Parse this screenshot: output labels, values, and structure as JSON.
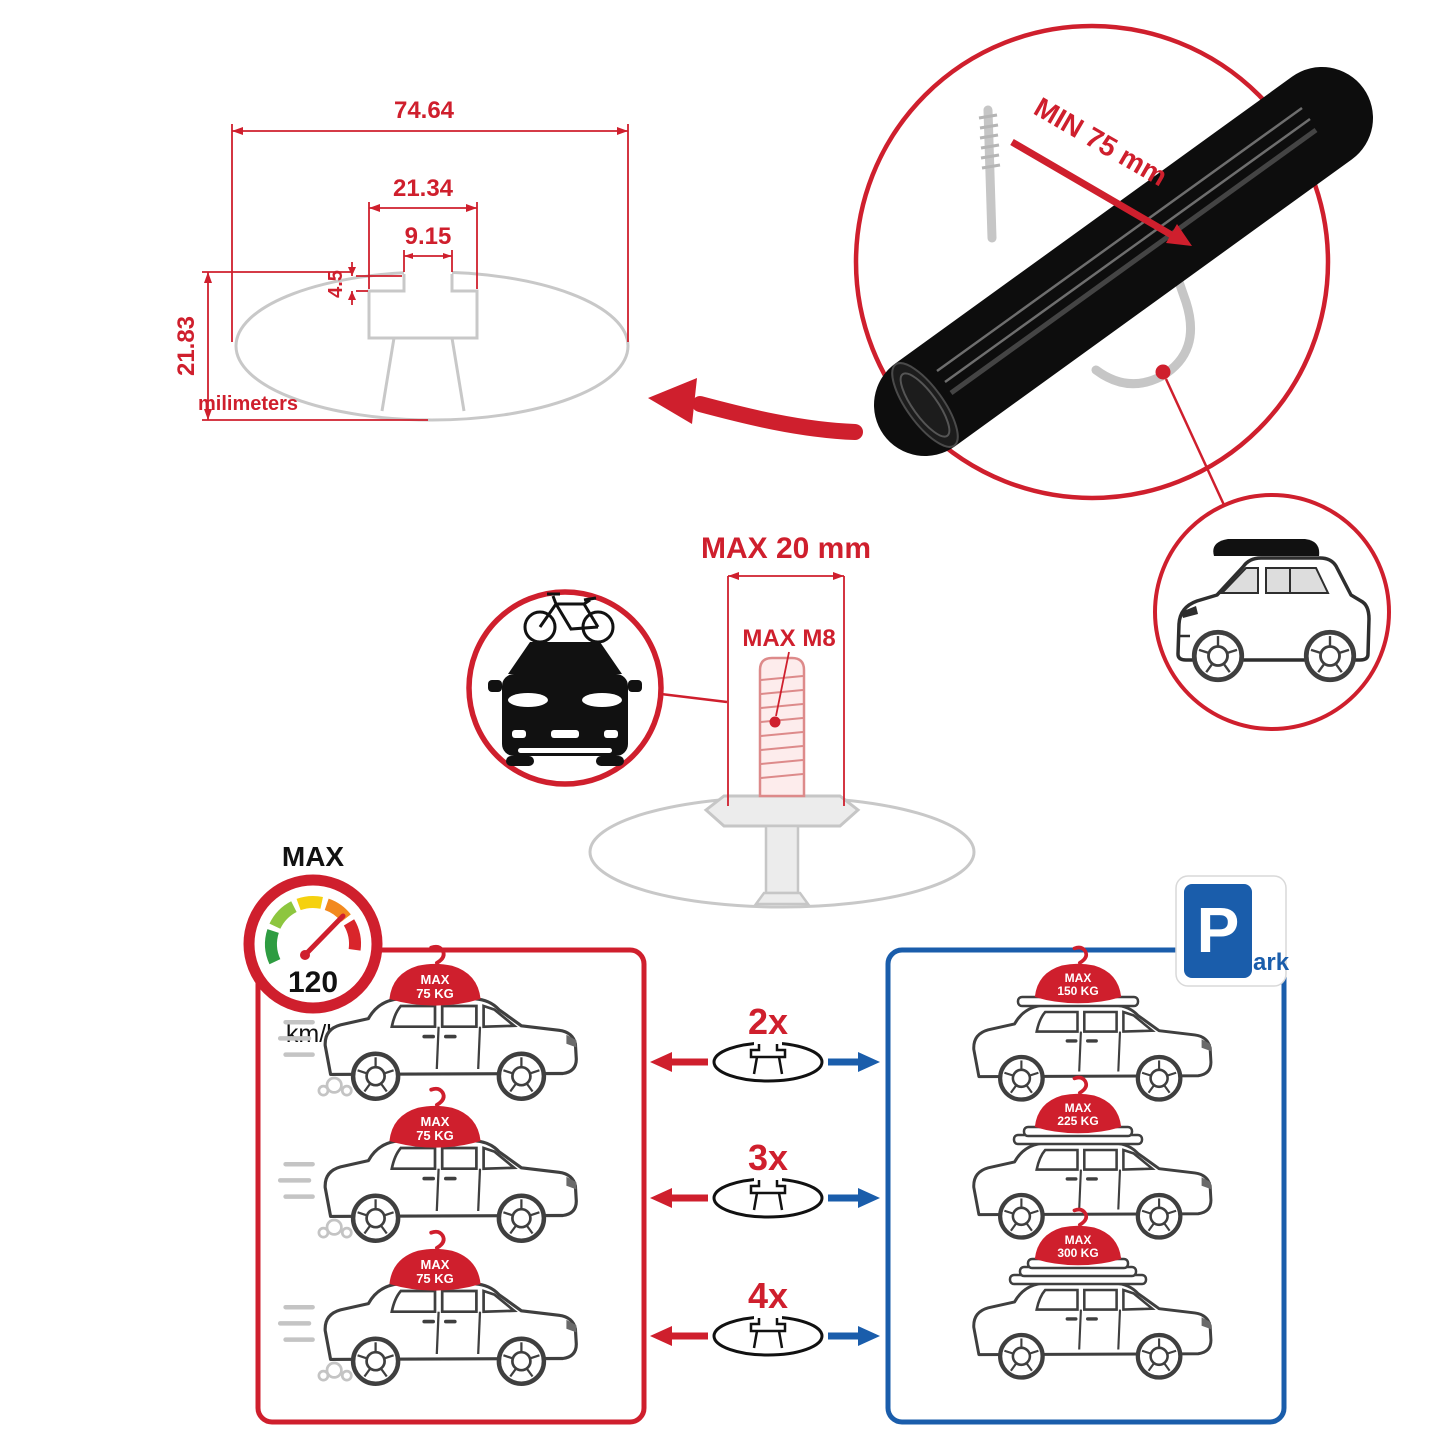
{
  "colors": {
    "accent_red": "#cf1f2d",
    "accent_blue": "#1a5dab",
    "drawing_gray": "#c8c8c8",
    "car_line_gray": "#3f3f3f",
    "bar_black": "#0d0d0d"
  },
  "profile_dimensions": {
    "total_width": "74.64",
    "channel_width": "21.34",
    "slot_width": "9.15",
    "slot_depth": "4.5",
    "total_height": "21.83",
    "unit_label": "milimeters"
  },
  "bar_detail": {
    "min_clamp_width": "MIN 75 mm"
  },
  "bolt_spec": {
    "max_length": "MAX 20 mm",
    "max_thread": "MAX M8"
  },
  "speed_limit": {
    "label": "MAX",
    "value": "120",
    "unit": "km/h"
  },
  "multipliers": [
    {
      "label": "2x"
    },
    {
      "label": "3x"
    },
    {
      "label": "4x"
    }
  ],
  "driving_loads": {
    "cars": [
      {
        "line1": "MAX",
        "line2": "75 KG"
      },
      {
        "line1": "MAX",
        "line2": "75 KG"
      },
      {
        "line1": "MAX",
        "line2": "75 KG"
      }
    ]
  },
  "parked_loads": {
    "cars": [
      {
        "line1": "MAX",
        "line2": "150 KG"
      },
      {
        "line1": "MAX",
        "line2": "225 KG"
      },
      {
        "line1": "MAX",
        "line2": "300 KG"
      }
    ]
  },
  "parking_sign": {
    "letter": "P",
    "suffix": "ark"
  }
}
